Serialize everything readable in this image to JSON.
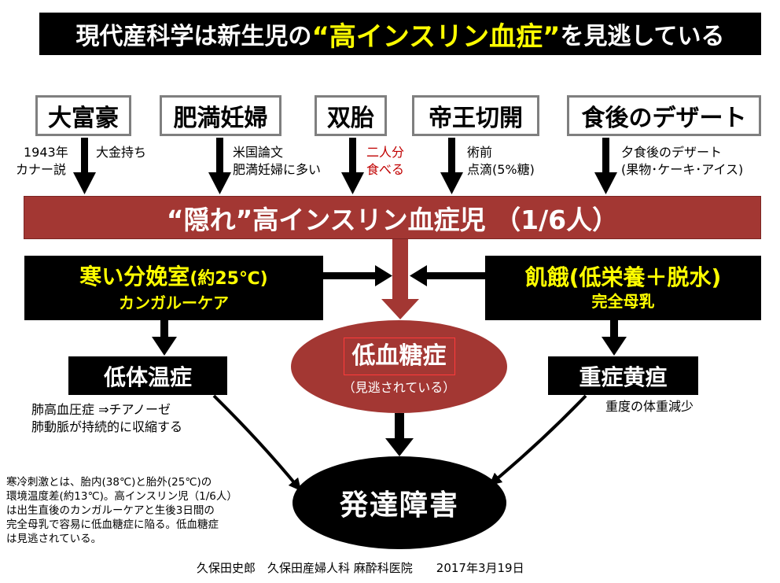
{
  "title": {
    "before": "現代産科学は新生児の",
    "highlight": "“高インスリン血症”",
    "after": "を見逃している"
  },
  "causes": [
    {
      "label": "大富豪"
    },
    {
      "label": "肥満妊婦"
    },
    {
      "label": "双胎"
    },
    {
      "label": "帝王切開"
    },
    {
      "label": "食後のデザート"
    }
  ],
  "cause_notes": {
    "year_line1": "1943年",
    "year_line2": "カナー説",
    "rich": "大金持ち",
    "obese_line1": "米国論文",
    "obese_line2": "肥満妊婦に多い",
    "twin_line1": "二人分",
    "twin_line2": "食べる",
    "cesarean_line1": "術前",
    "cesarean_line2": "点滴(5%糖)",
    "dessert_line1": "夕食後のデザート",
    "dessert_line2": "(果物･ケーキ･アイス)"
  },
  "main_condition": "“隠れ”高インスリン血症児 （1/6人）",
  "cold_box": {
    "line1": "寒い分娩室",
    "line1_small": "(約25℃)",
    "line2": "カンガルーケア"
  },
  "starve_box": {
    "line1": "飢餓(低栄養＋脱水)",
    "line2": "完全母乳"
  },
  "hypothermia": {
    "label": "低体温症",
    "note1": "肺高血圧症 ⇒チアノーゼ",
    "note2": "肺動脈が持続的に収縮する"
  },
  "jaundice": {
    "label": "重症黄疸",
    "note": "重度の体重減少"
  },
  "hypoglycemia": {
    "label": "低血糖症",
    "sub": "（見逃されている）"
  },
  "outcome": "発達障害",
  "explanation": [
    "寒冷刺激とは、胎内(38℃)と胎外(25℃)の",
    "環境温度差(約13℃)。高インスリン児（1/6人）",
    "は出生直後のカンガルーケアと生後3日間の",
    "完全母乳で容易に低血糖症に陥る。低血糖症",
    "は見逃されている。"
  ],
  "footer": "久保田史郎　久保田産婦人科 麻酔科医院　　2017年3月19日",
  "colors": {
    "title_bg": "#000000",
    "title_highlight": "#ffff00",
    "main_bar": "#a33733",
    "ellipse_red": "#a33733",
    "box_text_yellow": "#ffff00",
    "note_red": "#c00000"
  }
}
